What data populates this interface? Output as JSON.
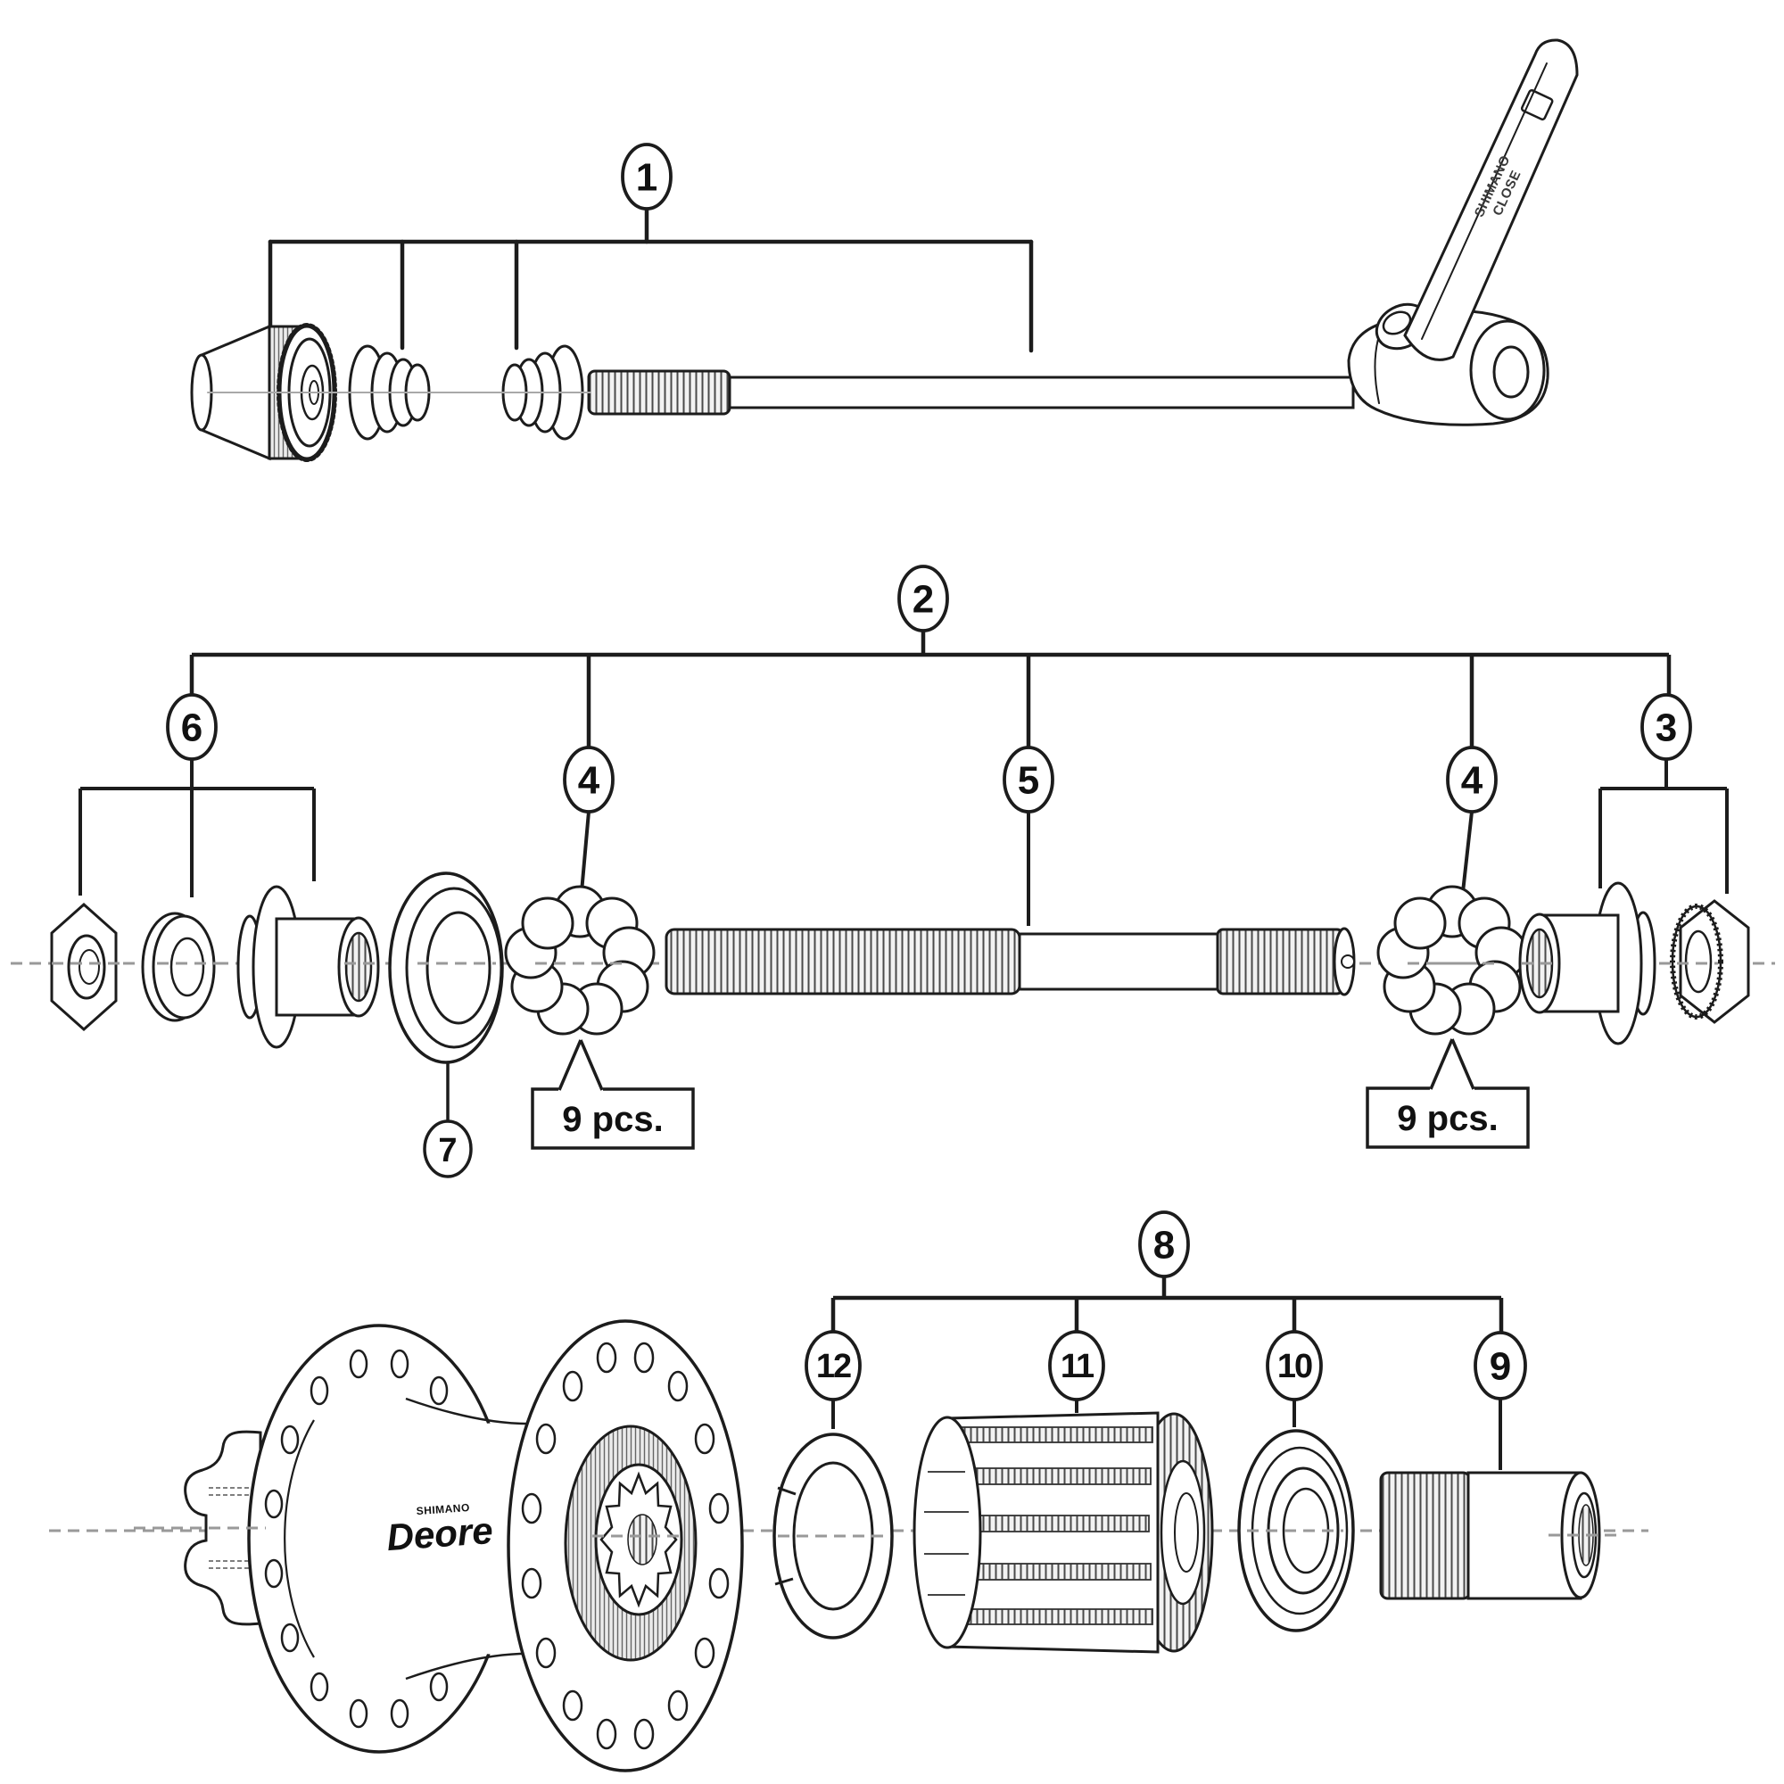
{
  "colors": {
    "line": "#1c1c1c",
    "axis": "#999999",
    "ghost_axis": "#a8a8a8",
    "background": "#ffffff",
    "thread_fill": "#f2f2f2",
    "thread_line": "#4a4a4a",
    "knurl_fill": "#ececec"
  },
  "callouts": {
    "c1": "1",
    "c2": "2",
    "c3": "3",
    "c4l": "4",
    "c4r": "4",
    "c5": "5",
    "c6": "6",
    "c7": "7",
    "c8": "8",
    "c9": "9",
    "c10": "10",
    "c11": "11",
    "c12": "12"
  },
  "labels": {
    "bearing_qty_left": "9 pcs.",
    "bearing_qty_right": "9 pcs."
  },
  "lever": {
    "brand": "SHIMANO",
    "marking": "CLOSE"
  },
  "hub": {
    "brand": "SHIMANO",
    "model": "Deore"
  }
}
